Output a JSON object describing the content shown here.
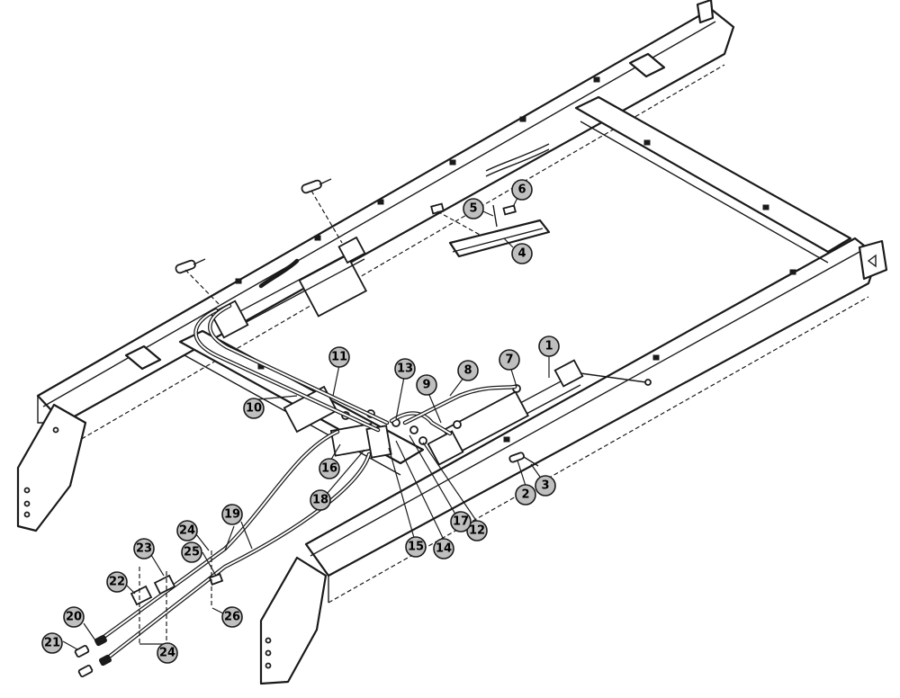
{
  "callouts": [
    {
      "id": "c1",
      "label": "1"
    },
    {
      "id": "c2",
      "label": "2"
    },
    {
      "id": "c3",
      "label": "3"
    },
    {
      "id": "c4",
      "label": "4"
    },
    {
      "id": "c5",
      "label": "5"
    },
    {
      "id": "c6",
      "label": "6"
    },
    {
      "id": "c7",
      "label": "7"
    },
    {
      "id": "c8",
      "label": "8"
    },
    {
      "id": "c9",
      "label": "9"
    },
    {
      "id": "c10",
      "label": "10"
    },
    {
      "id": "c11",
      "label": "11"
    },
    {
      "id": "c12",
      "label": "12"
    },
    {
      "id": "c13",
      "label": "13"
    },
    {
      "id": "c14",
      "label": "14"
    },
    {
      "id": "c15",
      "label": "15"
    },
    {
      "id": "c16",
      "label": "16"
    },
    {
      "id": "c17",
      "label": "17"
    },
    {
      "id": "c18",
      "label": "18"
    },
    {
      "id": "c19",
      "label": "19"
    },
    {
      "id": "c20",
      "label": "20"
    },
    {
      "id": "c21",
      "label": "21"
    },
    {
      "id": "c22",
      "label": "22"
    },
    {
      "id": "c23",
      "label": "23"
    },
    {
      "id": "c24a",
      "label": "24"
    },
    {
      "id": "c24b",
      "label": "24"
    },
    {
      "id": "c25",
      "label": "25"
    },
    {
      "id": "c26",
      "label": "26"
    }
  ]
}
